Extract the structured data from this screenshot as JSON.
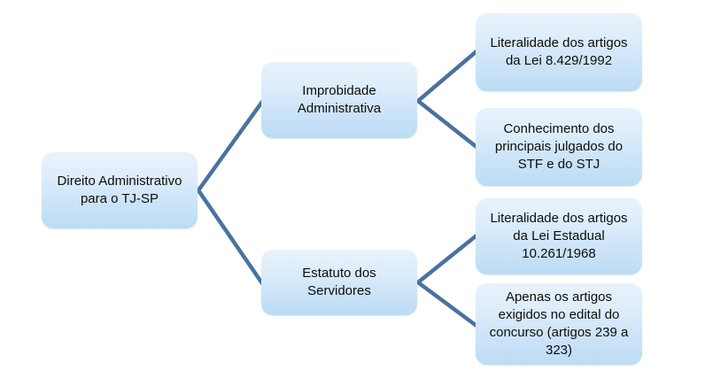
{
  "diagram": {
    "type": "tree-diagram",
    "background_color": "#ffffff",
    "node_fill_top": "#e8f2fc",
    "node_fill_bottom": "#bcdcf5",
    "connector_color": "#4a72a0",
    "text_color": "#0d0d0d",
    "root": {
      "label": "Direito Administrativo para o TJ-SP"
    },
    "branches": [
      {
        "label": "Improbidade Administrativa",
        "children": [
          {
            "label": "Literalidade dos artigos da Lei 8.429/1992"
          },
          {
            "label": "Conhecimento dos principais julgados do STF e do STJ"
          }
        ]
      },
      {
        "label": "Estatuto dos Servidores",
        "children": [
          {
            "label": "Literalidade dos artigos da Lei Estadual 10.261/1968"
          },
          {
            "label": "Apenas os artigos exigidos no edital do concurso (artigos 239 a 323)"
          }
        ]
      }
    ]
  }
}
